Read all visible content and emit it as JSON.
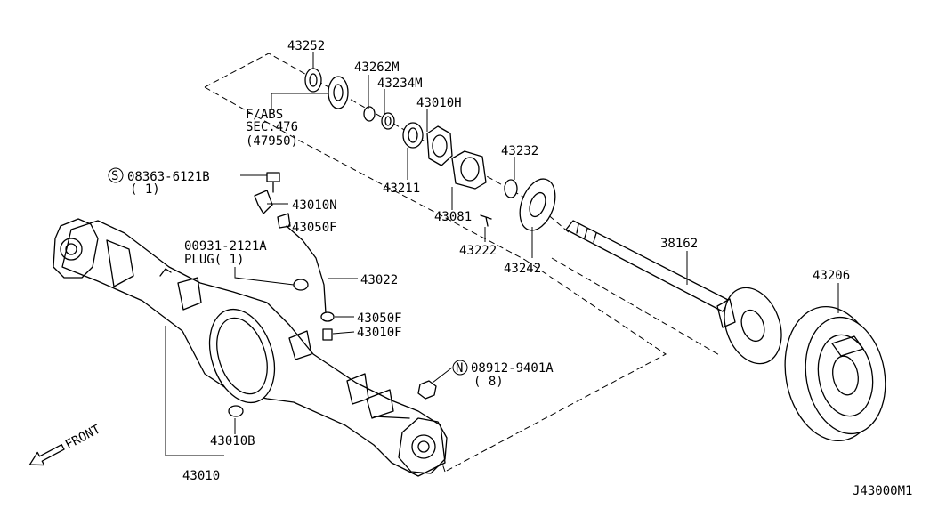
{
  "diagram": {
    "drawing_code": "J43000M1",
    "front_label": "FRONT",
    "labels": {
      "p43252": "43252",
      "p43262m": "43262M",
      "p43234m": "43234M",
      "p43010h": "43010H",
      "fabs_line1": "F/ABS",
      "fabs_line2": "SEC.476",
      "fabs_line3": "(47950)",
      "p43232": "43232",
      "bolt_code": "08363-6121B",
      "bolt_qty": "( 1)",
      "bolt_symbol": "S",
      "p43211": "43211",
      "p43010n": "43010N",
      "p43081": "43081",
      "p43050f_top": "43050F",
      "plug_code": "00931-2121A",
      "plug_text": "PLUG( 1)",
      "p43222": "43222",
      "p43242": "43242",
      "p38162": "38162",
      "p43206": "43206",
      "p43022": "43022",
      "p43050f_bot": "43050F",
      "p43010f": "43010F",
      "nut_code": "08912-9401A",
      "nut_qty": "( 8)",
      "nut_symbol": "N",
      "p43010b": "43010B",
      "p43010": "43010"
    }
  }
}
